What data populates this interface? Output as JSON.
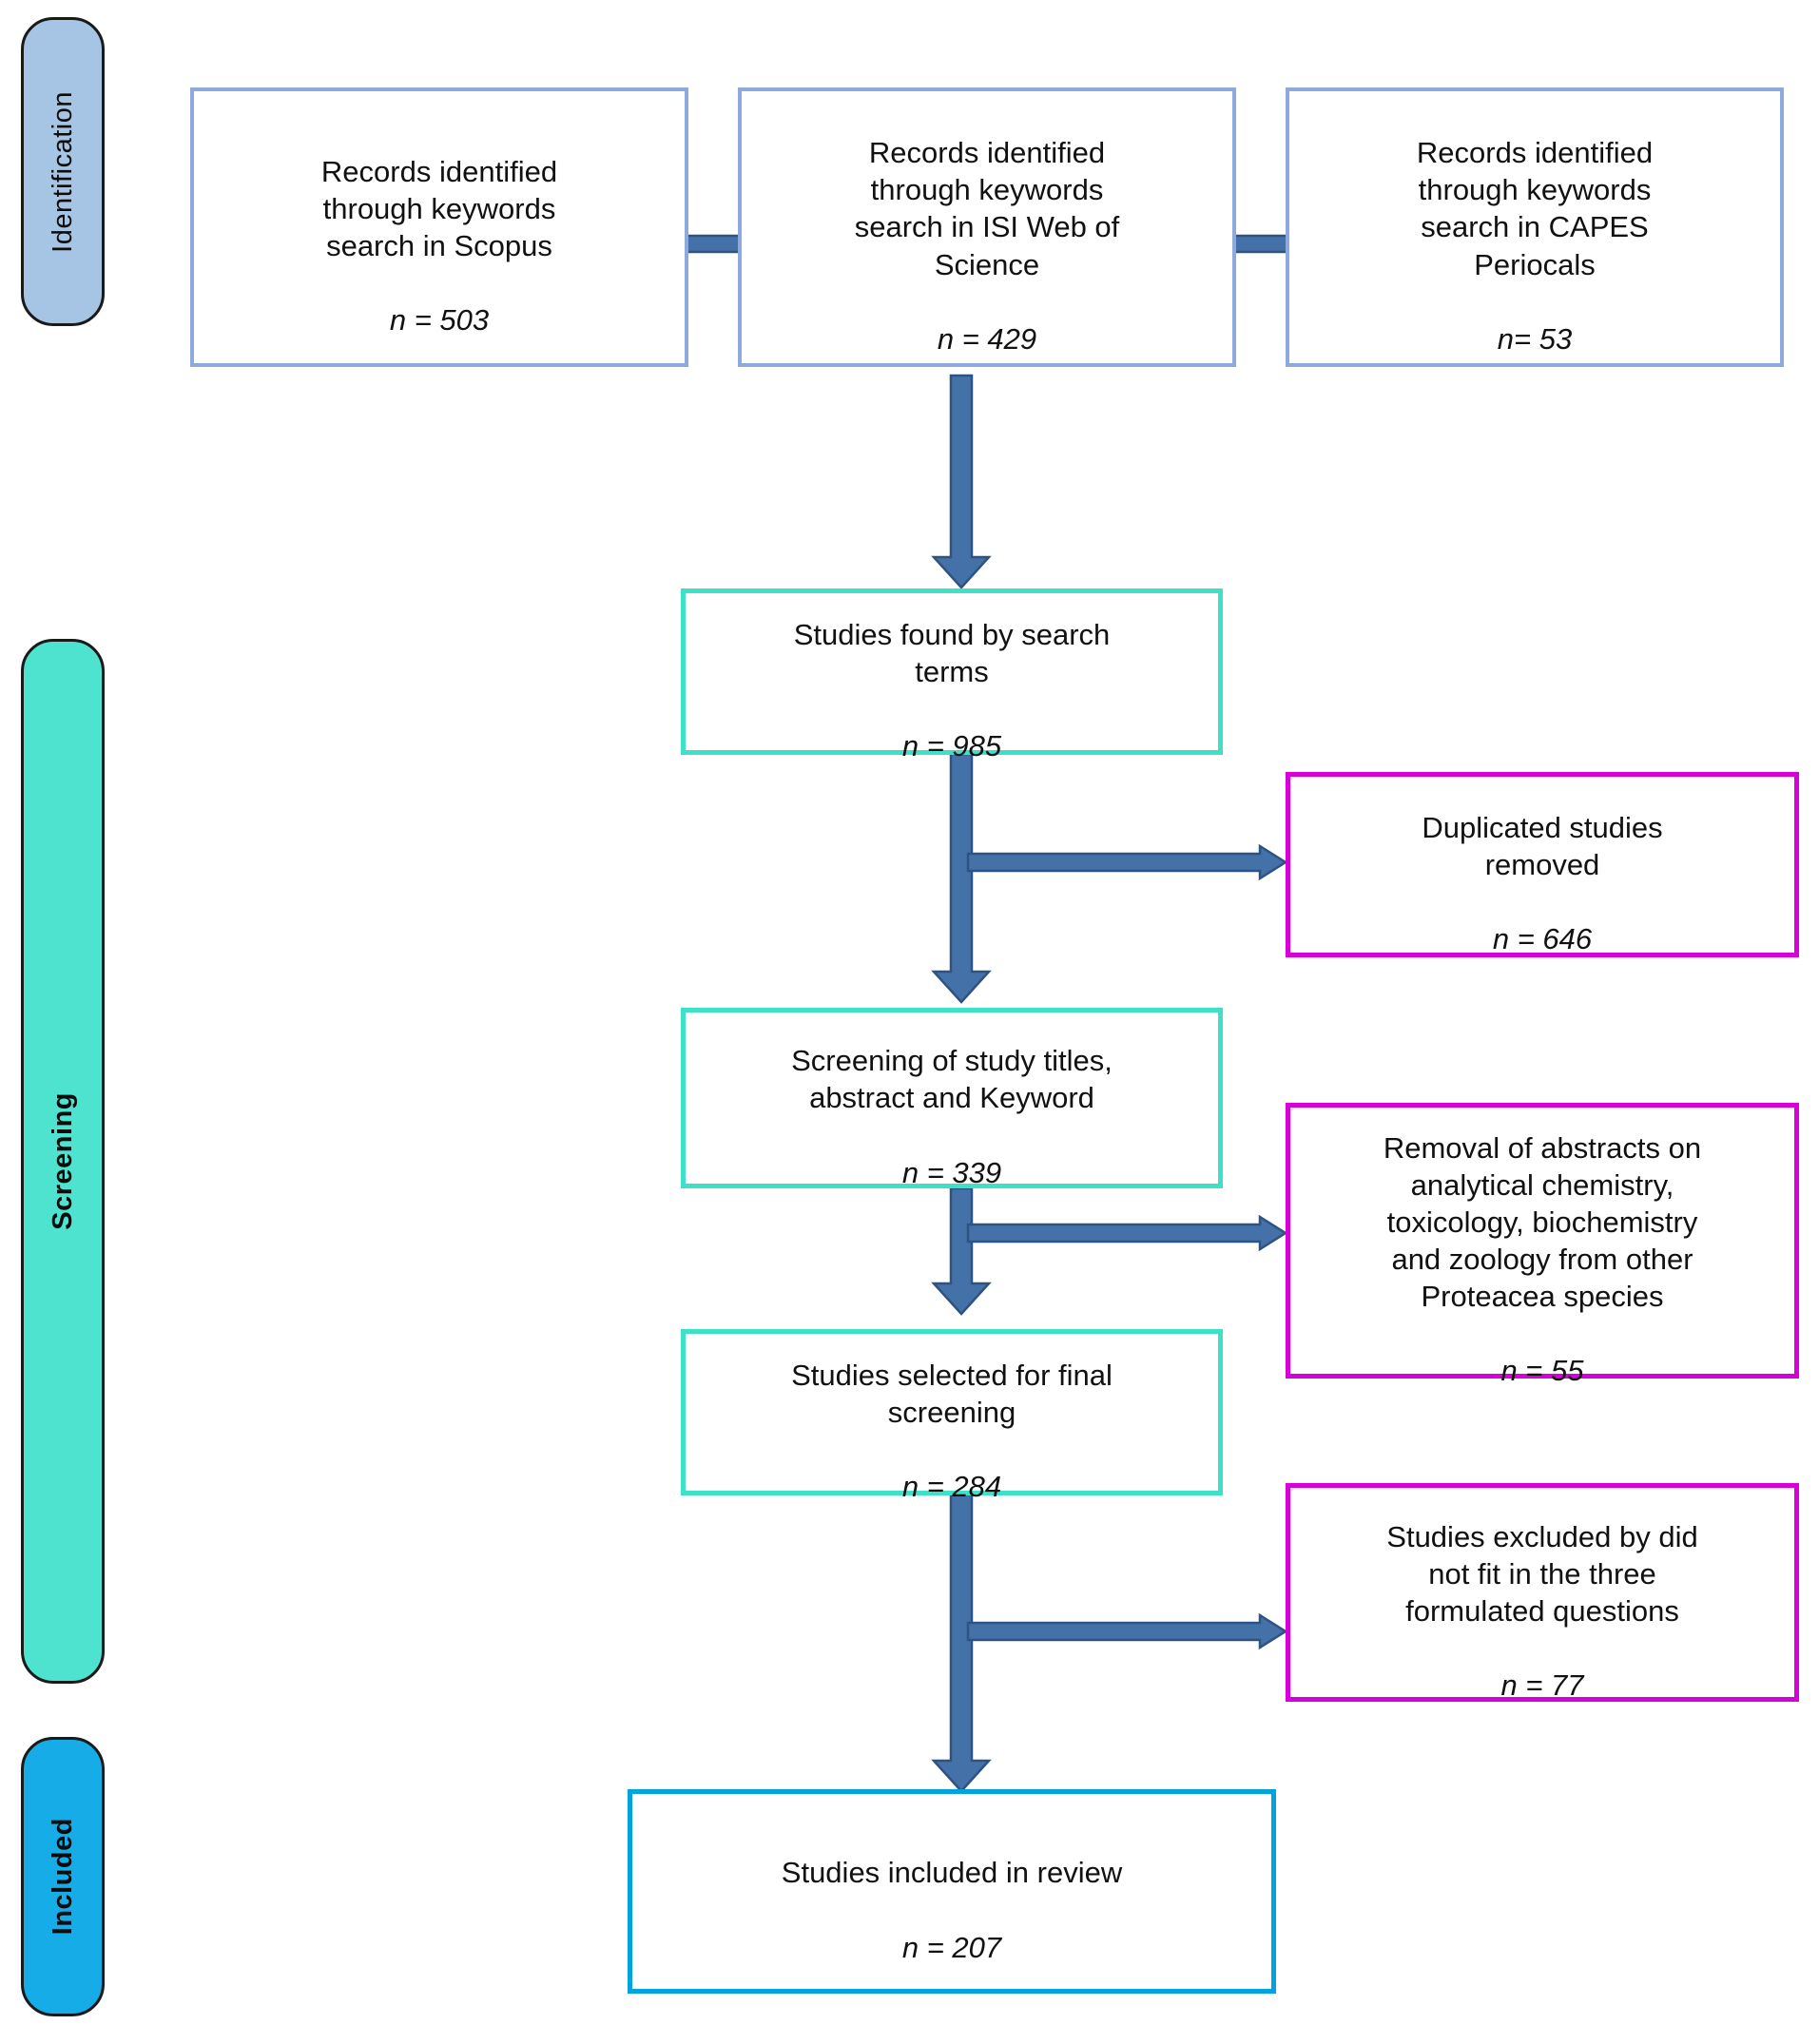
{
  "figure": {
    "type": "prisma-flow-diagram",
    "colors": {
      "identification_pill_fill": "#A6C4E4",
      "screening_pill_fill": "#4DE3CE",
      "included_pill_fill": "#15ACE8",
      "identification_box_border": "#8EA9DB",
      "screening_box_border": "#3FE0C8",
      "excluded_box_border": "#D800D8",
      "included_box_border": "#00A3E0",
      "arrow_fill": "#4472A8",
      "arrow_stroke": "#2E5282",
      "pill_border": "#1A1A1A",
      "text": "#111111",
      "background": "#FFFFFF"
    }
  },
  "stages": [
    {
      "id": "identification",
      "label": "Identification",
      "bold": false
    },
    {
      "id": "screening",
      "label": "Screening",
      "bold": true
    },
    {
      "id": "included",
      "label": "Included",
      "bold": true
    }
  ],
  "boxes": {
    "scopus": {
      "text": "Records identified\nthrough keywords\nsearch in Scopus",
      "n": "n = 503"
    },
    "isi": {
      "text": "Records identified\nthrough keywords\nsearch in ISI Web of\nScience",
      "n": "n = 429"
    },
    "capes": {
      "text": "Records identified\nthrough keywords\nsearch in CAPES\nPeriocals",
      "n": "n= 53"
    },
    "found": {
      "text": "Studies found by search\nterms",
      "n": "n = 985"
    },
    "duplicates": {
      "text": "Duplicated studies\nremoved",
      "n": "n = 646"
    },
    "screening_titles": {
      "text": "Screening of study titles,\nabstract and Keyword",
      "n": "n = 339"
    },
    "removal_abstracts": {
      "text": "Removal of abstracts on\nanalytical chemistry,\ntoxicology, biochemistry\nand zoology from other\nProteacea species",
      "n": "n = 55"
    },
    "final_screening": {
      "text": "Studies selected for final\nscreening",
      "n": "n = 284"
    },
    "excluded_questions": {
      "text": "Studies excluded by did\nnot fit in the three\nformulated questions",
      "n": "n = 77"
    },
    "included_review": {
      "text": "Studies included in review",
      "n": "n = 207"
    }
  },
  "connectors": [
    {
      "id": "scopus-to-isi",
      "from": "scopus",
      "to": "isi",
      "direction": "horizontal"
    },
    {
      "id": "isi-to-capes",
      "from": "isi",
      "to": "capes",
      "direction": "horizontal"
    },
    {
      "id": "isi-to-found",
      "from": "isi",
      "to": "found",
      "direction": "down-arrow"
    },
    {
      "id": "found-to-screening",
      "from": "found",
      "to": "screening_titles",
      "direction": "down-arrow"
    },
    {
      "id": "found-to-duplicates",
      "from": "found",
      "to": "duplicates",
      "direction": "right-arrow"
    },
    {
      "id": "screening-to-final",
      "from": "screening_titles",
      "to": "final_screening",
      "direction": "down-arrow"
    },
    {
      "id": "screening-to-removal",
      "from": "screening_titles",
      "to": "removal_abstracts",
      "direction": "right-arrow"
    },
    {
      "id": "final-to-included",
      "from": "final_screening",
      "to": "included_review",
      "direction": "down-arrow"
    },
    {
      "id": "final-to-excluded",
      "from": "final_screening",
      "to": "excluded_questions",
      "direction": "right-arrow"
    }
  ]
}
